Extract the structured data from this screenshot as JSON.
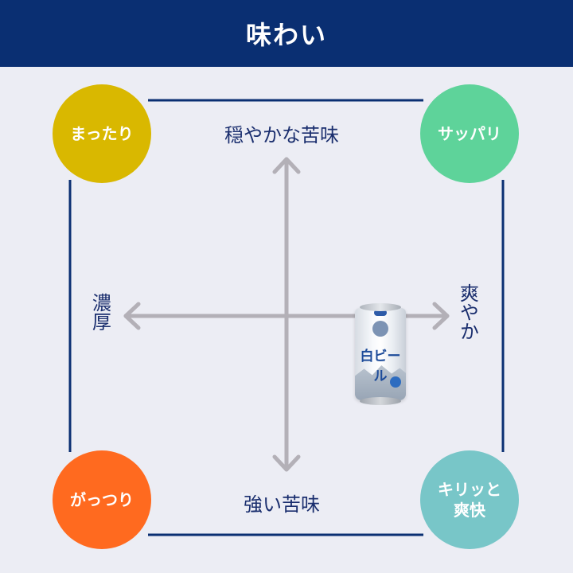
{
  "header": {
    "title": "味わい"
  },
  "axes": {
    "top": "穏やかな苦味",
    "bottom": "強い苦味",
    "left": "濃厚",
    "right": "爽やか"
  },
  "corners": {
    "top_left": {
      "label": "まったり",
      "color": "#D9B800"
    },
    "top_right": {
      "label": "サッパリ",
      "color": "#5ED39A"
    },
    "bottom_left": {
      "label": "がっつり",
      "color": "#FF6A1F"
    },
    "bottom_right": {
      "label": "キリッと\n爽快",
      "color": "#78C6C8"
    }
  },
  "product": {
    "brand": "白ビール",
    "icon": "beer-can-icon",
    "position": {
      "bitterness": 0.0,
      "body": 0.85
    }
  },
  "colors": {
    "header_bg": "#0A2F72",
    "frame": "#0A2F72",
    "arrow": "#B3B0B7",
    "text": "#1A2E6E",
    "background": "#ECEDF4"
  }
}
